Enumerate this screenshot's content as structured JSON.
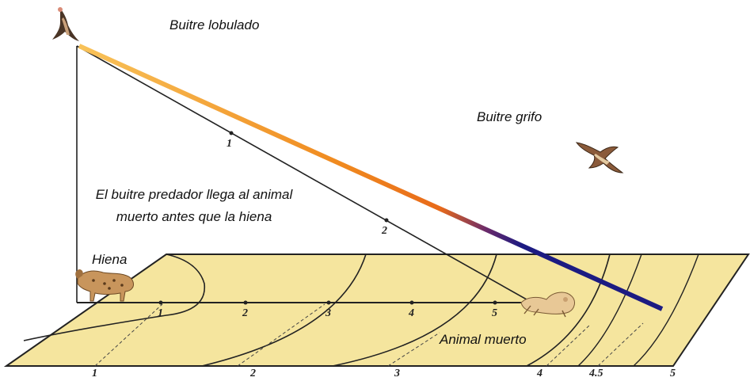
{
  "labels": {
    "lappet_faced": "Buitre lobulado",
    "griffon": "Buitre grifo",
    "caption_line1": "El buitre predador llega al animal",
    "caption_line2": "muerto antes que la hiena",
    "hyena": "Hiena",
    "carcass": "Animal muerto"
  },
  "ground_numbers": [
    "1",
    "2",
    "3",
    "4",
    "5"
  ],
  "slant_numbers": [
    "1",
    "2"
  ],
  "bottom_numbers": [
    "1",
    "2",
    "3",
    "4",
    "4.5",
    "5"
  ],
  "colors": {
    "ground": "#f5e59e",
    "line": "#1a1a1a",
    "beam_start": "#f6b33a",
    "beam_mid": "#ee7a1a",
    "beam_end": "#1c1b82"
  },
  "icons": [
    "vulture-icon",
    "griffon-vulture-icon",
    "hyena-icon",
    "carcass-icon"
  ]
}
